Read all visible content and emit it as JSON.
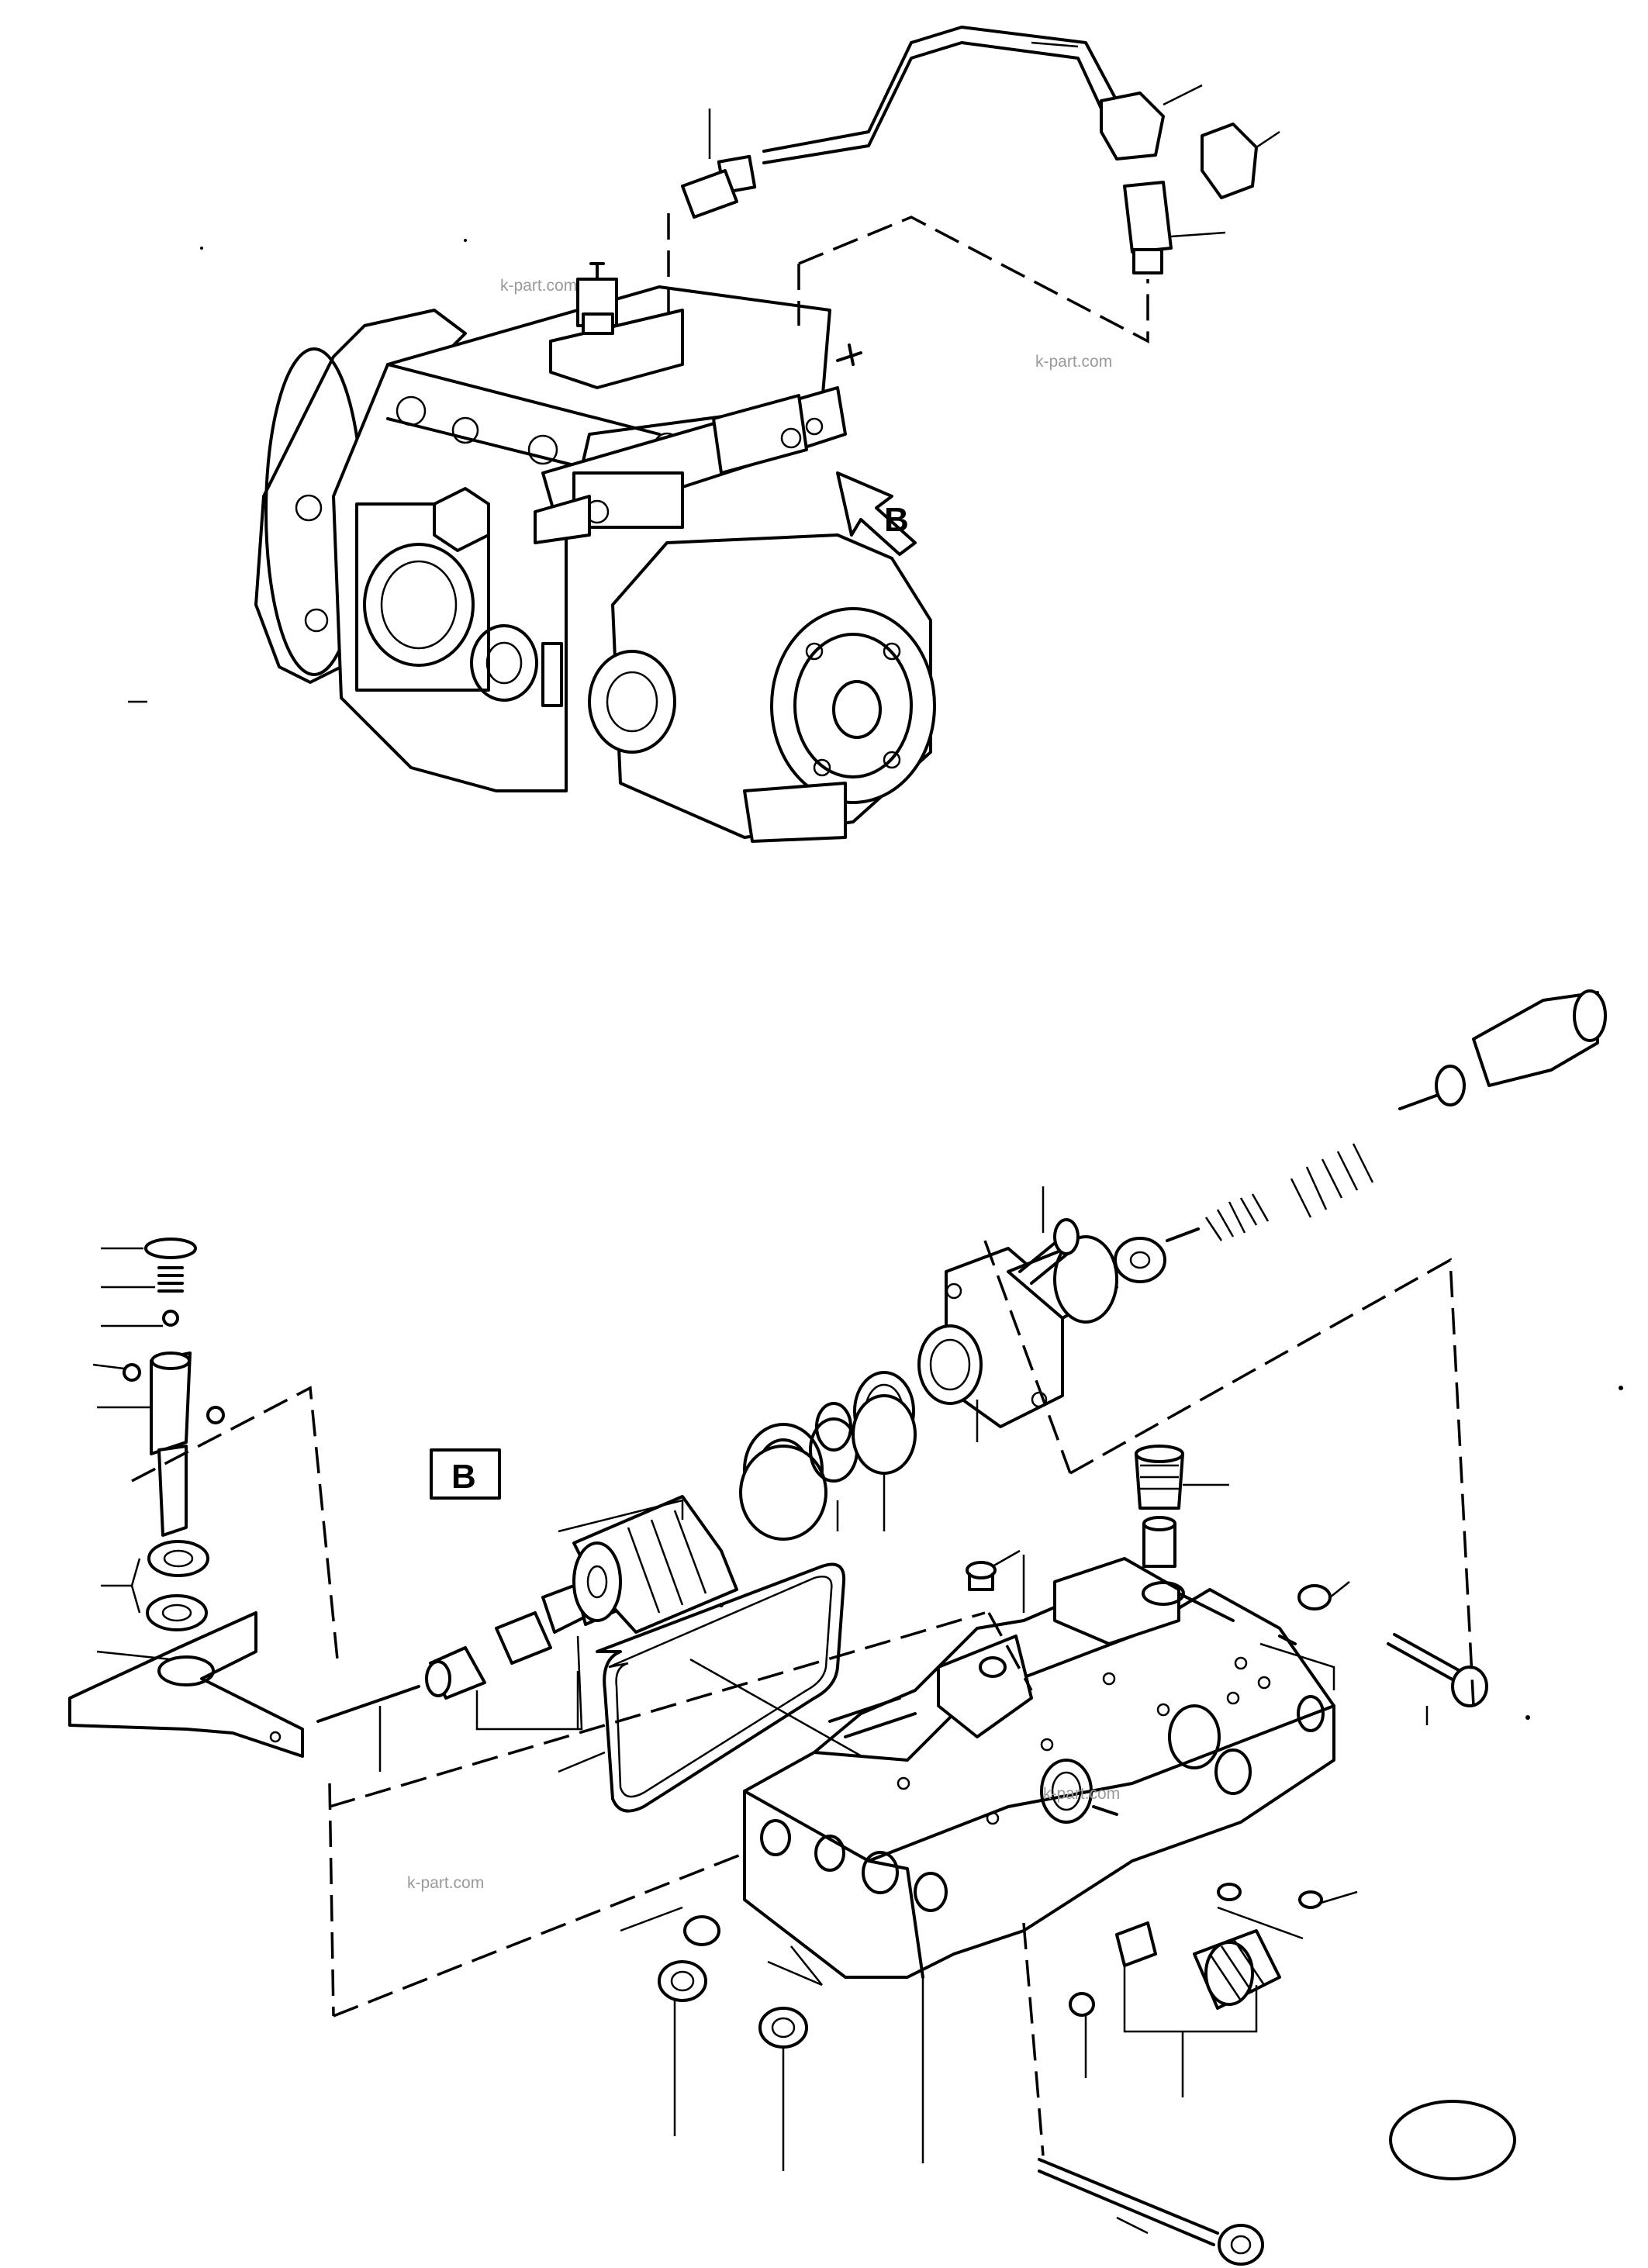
{
  "labels": {
    "view_arrow": "B",
    "detail_tag": "B"
  },
  "watermarks": [
    "k-part.com",
    "k-part.com",
    "k-part.com",
    "k-part.com"
  ]
}
